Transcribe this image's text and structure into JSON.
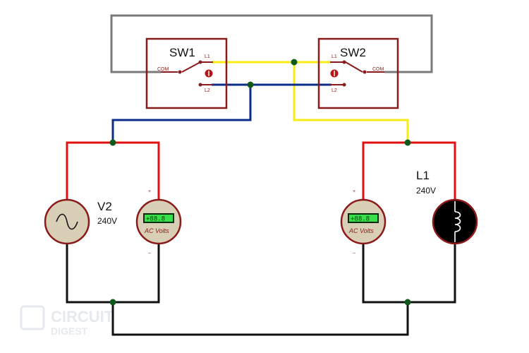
{
  "colors": {
    "red_wire": "#e01010",
    "blue_wire": "#0c2c8c",
    "yellow_wire": "#f5ec16",
    "black_wire": "#111111",
    "gray_wire": "#7a7a7a",
    "component_outline": "#8b1a1a",
    "component_fill": "#d8cfb6",
    "junction": "#0f5a1a",
    "lcd_green": "#37e04a"
  },
  "switch1": {
    "name": "SW1",
    "com": "COM",
    "l1": "L1",
    "l2": "L2"
  },
  "switch2": {
    "name": "SW2",
    "com": "COM",
    "l1": "L1",
    "l2": "L2"
  },
  "source": {
    "name": "V2",
    "value": "240V"
  },
  "lamp": {
    "name": "L1",
    "value": "240V"
  },
  "voltmeter_left": {
    "display": "+88.8",
    "label": "AC Volts",
    "plus": "+",
    "minus": "−"
  },
  "voltmeter_right": {
    "display": "+88.8",
    "label": "AC Volts",
    "plus": "+",
    "minus": "−"
  },
  "watermark": {
    "line1": "CIRCUIT",
    "line2": "DIGEST"
  }
}
